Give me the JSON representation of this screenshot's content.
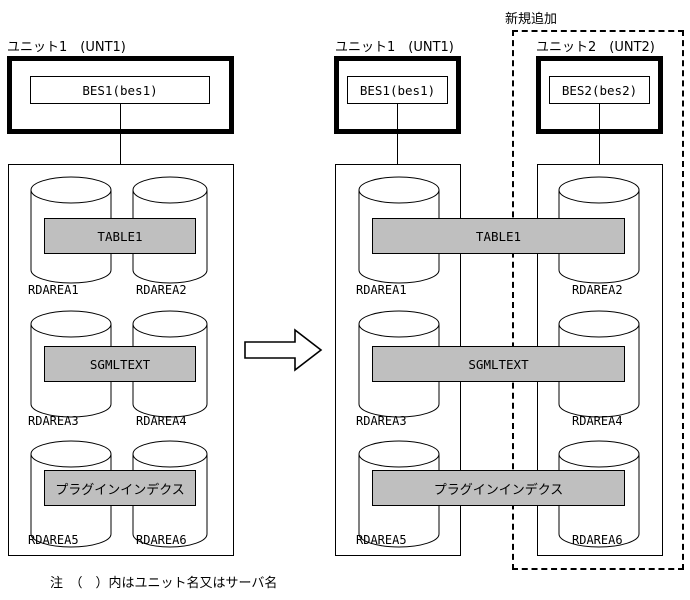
{
  "figure": {
    "note": "注　（　）内はユニット名又はサーバ名",
    "new_addition_label": "新規追加",
    "arrow": "right-block-arrow"
  },
  "colors": {
    "band_fill": "#bfbfbf",
    "line": "#000000",
    "background": "#ffffff"
  },
  "before": {
    "unit_label": "ユニット1　(UNT1)",
    "server_label": "BES1(bes1)",
    "rows": [
      {
        "band_label": "TABLE1",
        "left_rdarea": "RDAREA1",
        "right_rdarea": "RDAREA2"
      },
      {
        "band_label": "SGMLTEXT",
        "left_rdarea": "RDAREA3",
        "right_rdarea": "RDAREA4"
      },
      {
        "band_label": "プラグインインデクス",
        "left_rdarea": "RDAREA5",
        "right_rdarea": "RDAREA6"
      }
    ]
  },
  "after": {
    "unit1_label": "ユニット1　(UNT1)",
    "unit1_server_label": "BES1(bes1)",
    "unit2_label": "ユニット2　(UNT2)",
    "unit2_server_label": "BES2(bes2)",
    "rows": [
      {
        "band_label": "TABLE1",
        "left_rdarea": "RDAREA1",
        "right_rdarea": "RDAREA2"
      },
      {
        "band_label": "SGMLTEXT",
        "left_rdarea": "RDAREA3",
        "right_rdarea": "RDAREA4"
      },
      {
        "band_label": "プラグインインデクス",
        "left_rdarea": "RDAREA5",
        "right_rdarea": "RDAREA6"
      }
    ]
  }
}
